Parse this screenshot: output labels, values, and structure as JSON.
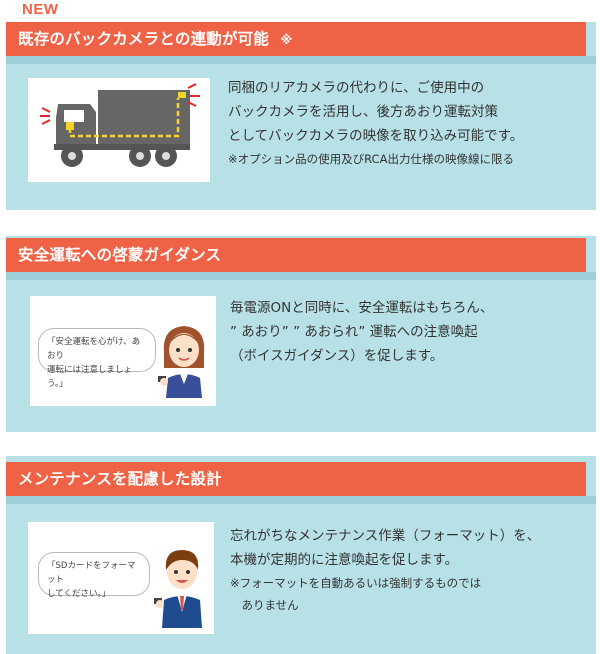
{
  "badge_new": "NEW",
  "sections": [
    {
      "title": "既存のバックカメラとの連動が可能",
      "title_mark": "※",
      "lines": [
        "同梱のリアカメラの代わりに、ご使用中の",
        "バックカメラを活用し、後方あおり運転対策",
        "としてバックカメラの映像を取り込み可能です。"
      ],
      "note": "※オプション品の使用及びRCA出力仕様の映像線に限る"
    },
    {
      "title": "安全運転への啓蒙ガイダンス",
      "bubble_lines": [
        "「安全運転を心がけ、あおり",
        "運転には注意しましょう。」"
      ],
      "lines": [
        "毎電源ONと同時に、安全運転はもちろん、",
        "” あおり” ” あおられ” 運転への注意喚起",
        "（ボイスガイダンス）を促します。"
      ]
    },
    {
      "title": "メンテナンスを配慮した設計",
      "bubble_lines": [
        "「SDカードをフォーマット",
        "してください。」"
      ],
      "lines": [
        "忘れがちなメンテナンス作業（フォーマット）を、",
        "本機が定期的に注意喚起を促します。"
      ],
      "note_lines": [
        "※フォーマットを自動あるいは強制するものでは",
        "　ありません"
      ]
    }
  ],
  "colors": {
    "banner": "#ef6246",
    "panel": "#b7e1e7",
    "truck_body": "#666666",
    "truck_accent": "#f5d327",
    "warning_red": "#e2262c"
  }
}
